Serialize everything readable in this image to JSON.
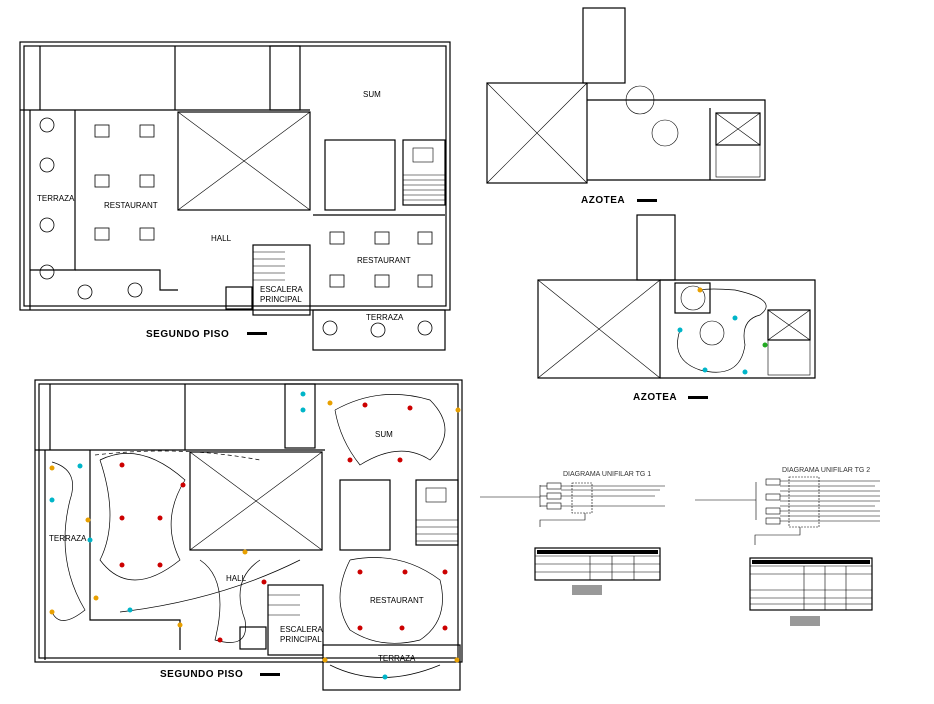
{
  "plans": {
    "segundo_piso_arch": {
      "title": "SEGUNDO PISO",
      "rooms": {
        "sum": "SUM",
        "restaurant_left": "RESTAURANT",
        "restaurant_right": "RESTAURANT",
        "terraza_left": "TERRAZA",
        "terraza_bottom": "TERRAZA",
        "hall": "HALL",
        "escalera_1": "ESCALERA",
        "escalera_2": "PRINCIPAL"
      }
    },
    "segundo_piso_elec": {
      "title": "SEGUNDO PISO",
      "rooms": {
        "sum": "SUM",
        "restaurant": "RESTAURANT",
        "terraza_left": "TERRAZA",
        "terraza_bottom": "TERRAZA",
        "hall": "HALL",
        "escalera_1": "ESCALERA",
        "escalera_2": "PRINCIPAL"
      }
    },
    "azotea_arch": {
      "title": "AZOTEA"
    },
    "azotea_elec": {
      "title": "AZOTEA"
    }
  },
  "diagrams": {
    "tg1": {
      "title": "DIAGRAMA UNIFILAR TG 1"
    },
    "tg2": {
      "title": "DIAGRAMA UNIFILAR TG 2"
    }
  },
  "colors": {
    "outlet_red": "#cc0000",
    "switch_yellow": "#e8a000",
    "light_cyan": "#00b5c8",
    "green": "#22aa22",
    "line": "#000000"
  }
}
